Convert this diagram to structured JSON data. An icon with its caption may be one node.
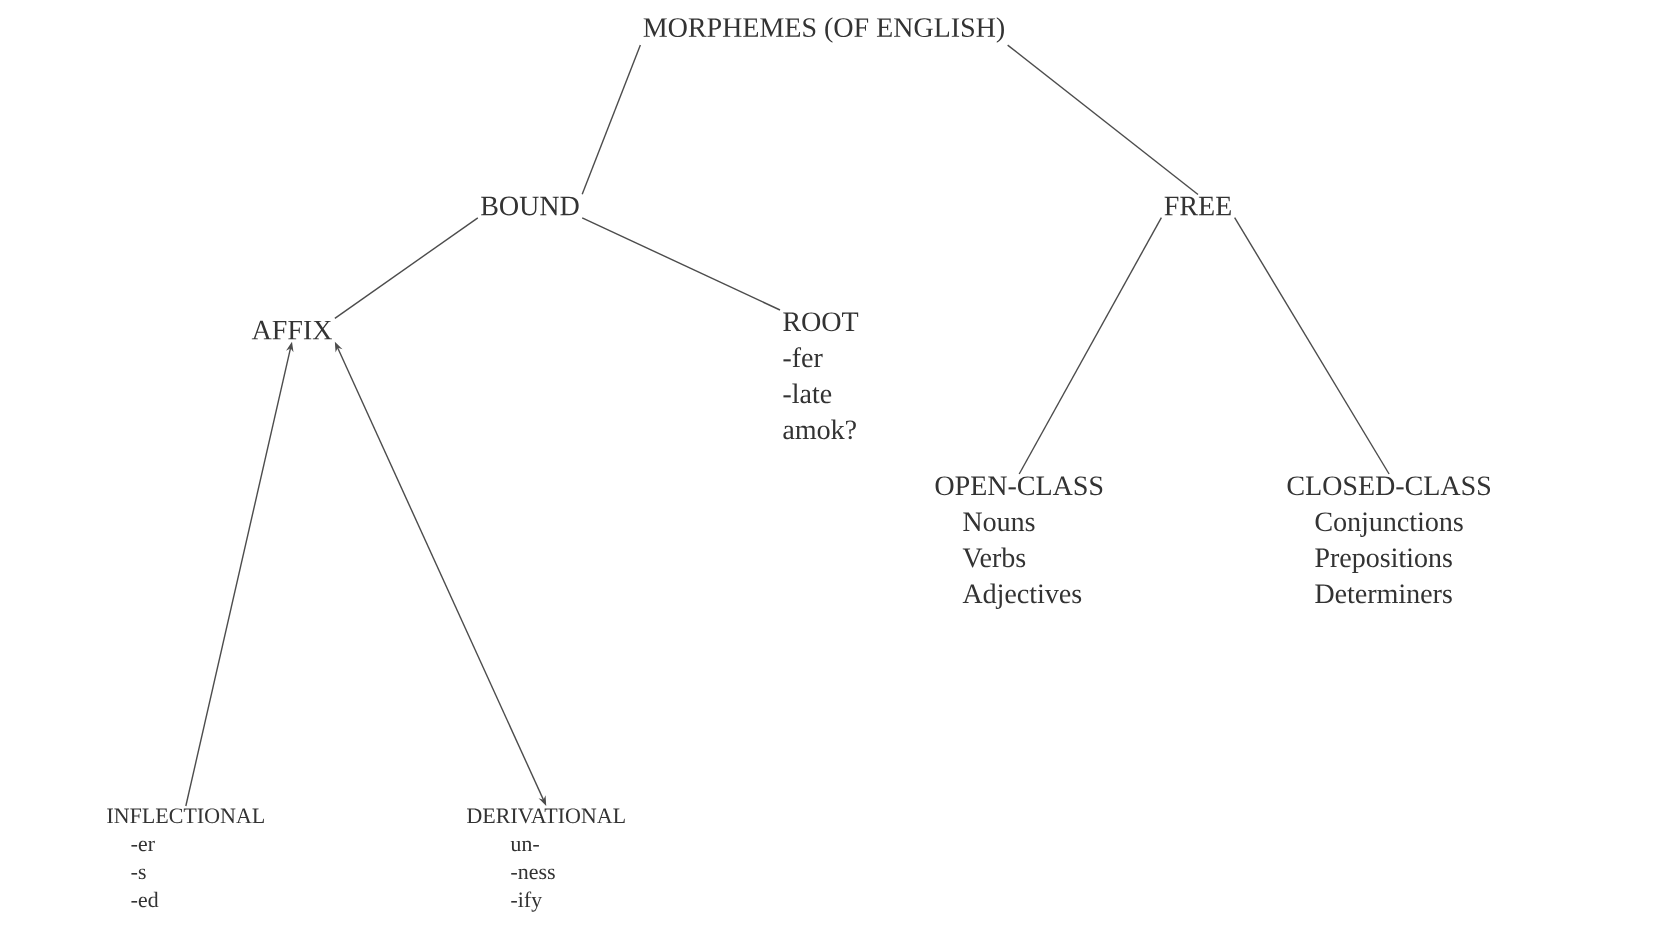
{
  "diagram": {
    "nodes": [
      {
        "text": [
          "MORPHEMES (OF ENGLISH)"
        ]
      },
      {
        "text": [
          "BOUND"
        ]
      },
      {
        "text": [
          "FREE"
        ]
      },
      {
        "text": [
          "AFFIX"
        ]
      },
      {
        "text": [
          "ROOT",
          "-fer",
          "-late",
          "amok?"
        ]
      },
      {
        "text": [
          "OPEN-CLASS",
          "Nouns",
          "Verbs",
          "Adjectives"
        ]
      },
      {
        "text": [
          "CLOSED-CLASS",
          "Conjunctions",
          "Prepositions",
          "Determiners"
        ]
      },
      {
        "text": [
          "INFLECTIONAL",
          "-er",
          "-s",
          "-ed"
        ]
      },
      {
        "text": [
          "DERIVATIONAL",
          "un-",
          "-ness",
          "-ify"
        ]
      }
    ],
    "edges": [
      {
        "from": 0,
        "to": 1,
        "arrow": "none"
      },
      {
        "from": 0,
        "to": 2,
        "arrow": "none"
      },
      {
        "from": 1,
        "to": 3,
        "arrow": "none"
      },
      {
        "from": 1,
        "to": 4,
        "arrow": "none"
      },
      {
        "from": 2,
        "to": 5,
        "arrow": "none"
      },
      {
        "from": 2,
        "to": 6,
        "arrow": "none"
      },
      {
        "from": 7,
        "to": 3,
        "arrow": "to"
      },
      {
        "from": 3,
        "to": 8,
        "arrow": "both"
      }
    ]
  }
}
